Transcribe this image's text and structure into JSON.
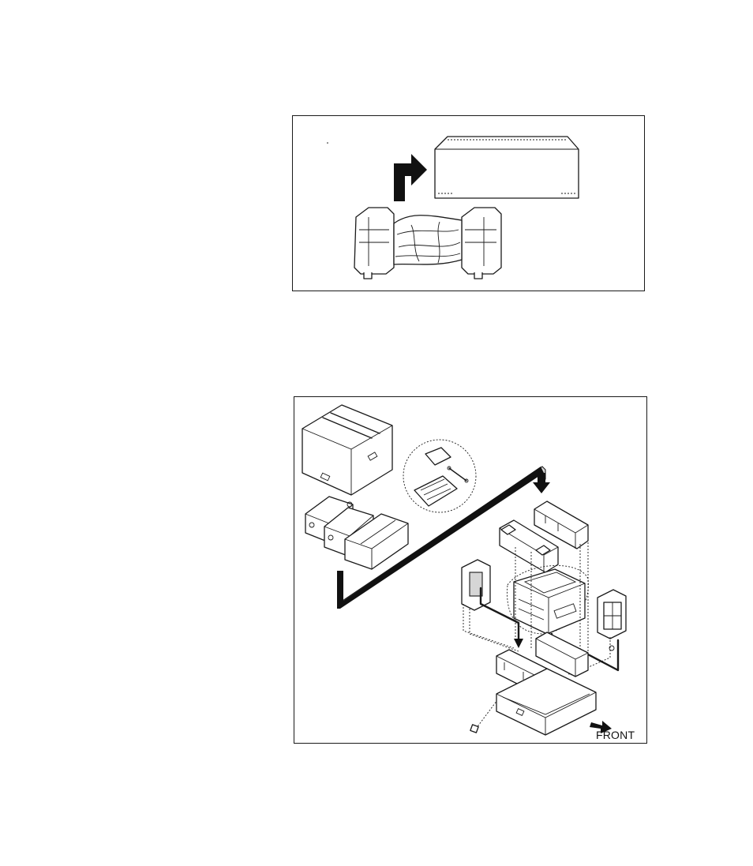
{
  "figures": [
    {
      "id": "unwrap-step"
    },
    {
      "id": "packing-assembly",
      "direction_label": "FRONT"
    }
  ]
}
